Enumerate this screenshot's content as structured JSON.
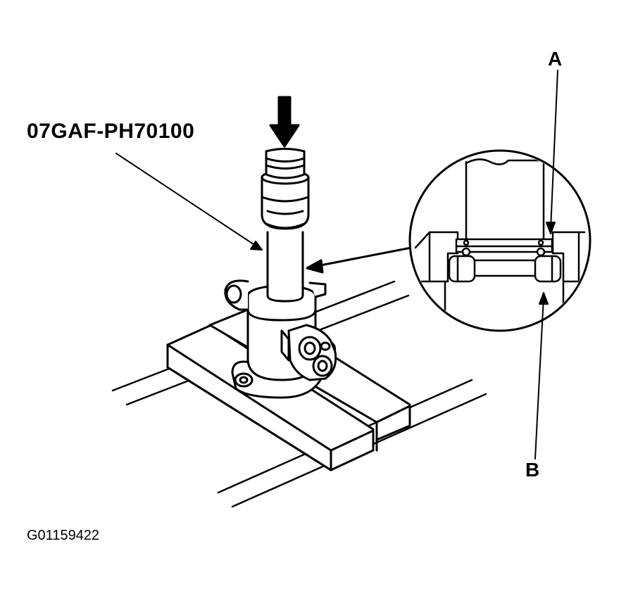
{
  "labels": {
    "tool": "07GAF-PH70100",
    "callout_a": "A",
    "callout_b": "B",
    "figure_id": "G01159422"
  },
  "colors": {
    "ink": "#000000",
    "paper": "#ffffff"
  },
  "icons": [
    "press-arrow-icon",
    "detail-magnifier-circle"
  ]
}
